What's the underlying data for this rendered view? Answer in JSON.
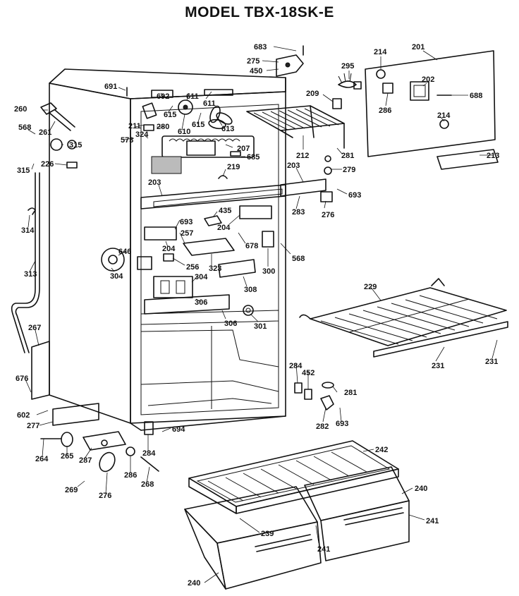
{
  "title": "MODEL TBX-18SK-E",
  "callouts": [
    {
      "id": "c683",
      "text": "683"
    },
    {
      "id": "c275",
      "text": "275"
    },
    {
      "id": "c450",
      "text": "450"
    },
    {
      "id": "c214a",
      "text": "214"
    },
    {
      "id": "c201",
      "text": "201"
    },
    {
      "id": "c295",
      "text": "295"
    },
    {
      "id": "c202",
      "text": "202"
    },
    {
      "id": "c209",
      "text": "209"
    },
    {
      "id": "c688",
      "text": "688"
    },
    {
      "id": "c286a",
      "text": "286"
    },
    {
      "id": "c214b",
      "text": "214"
    },
    {
      "id": "c691",
      "text": "691"
    },
    {
      "id": "c692",
      "text": "692"
    },
    {
      "id": "c611a",
      "text": "611"
    },
    {
      "id": "c611b",
      "text": "611"
    },
    {
      "id": "c615a",
      "text": "615"
    },
    {
      "id": "c615b",
      "text": "615"
    },
    {
      "id": "c260",
      "text": "260"
    },
    {
      "id": "c211",
      "text": "211"
    },
    {
      "id": "c280",
      "text": "280"
    },
    {
      "id": "c610",
      "text": "610"
    },
    {
      "id": "c613",
      "text": "613"
    },
    {
      "id": "c568a",
      "text": "568"
    },
    {
      "id": "c261",
      "text": "261"
    },
    {
      "id": "c573",
      "text": "573"
    },
    {
      "id": "c324",
      "text": "324"
    },
    {
      "id": "c207",
      "text": "207"
    },
    {
      "id": "c212",
      "text": "212"
    },
    {
      "id": "c281a",
      "text": "281"
    },
    {
      "id": "c315a",
      "text": "315"
    },
    {
      "id": "c226",
      "text": "226"
    },
    {
      "id": "c685",
      "text": "685"
    },
    {
      "id": "c213",
      "text": "213"
    },
    {
      "id": "c315b",
      "text": "315"
    },
    {
      "id": "c219",
      "text": "219"
    },
    {
      "id": "c203a",
      "text": "203"
    },
    {
      "id": "c279",
      "text": "279"
    },
    {
      "id": "c203b",
      "text": "203"
    },
    {
      "id": "c693a",
      "text": "693"
    },
    {
      "id": "c283",
      "text": "283"
    },
    {
      "id": "c276a",
      "text": "276"
    },
    {
      "id": "c314",
      "text": "314"
    },
    {
      "id": "c435",
      "text": "435"
    },
    {
      "id": "c204a",
      "text": "204"
    },
    {
      "id": "c693b",
      "text": "693"
    },
    {
      "id": "c257",
      "text": "257"
    },
    {
      "id": "c678",
      "text": "678"
    },
    {
      "id": "c646",
      "text": "646"
    },
    {
      "id": "c204b",
      "text": "204"
    },
    {
      "id": "c568b",
      "text": "568"
    },
    {
      "id": "c313",
      "text": "313"
    },
    {
      "id": "c256",
      "text": "256"
    },
    {
      "id": "c323",
      "text": "323"
    },
    {
      "id": "c300",
      "text": "300"
    },
    {
      "id": "c304a",
      "text": "304"
    },
    {
      "id": "c304b",
      "text": "304"
    },
    {
      "id": "c308",
      "text": "308"
    },
    {
      "id": "c229",
      "text": "229"
    },
    {
      "id": "c306a",
      "text": "306"
    },
    {
      "id": "c306b",
      "text": "306"
    },
    {
      "id": "c301",
      "text": "301"
    },
    {
      "id": "c267",
      "text": "267"
    },
    {
      "id": "c231a",
      "text": "231"
    },
    {
      "id": "c231b",
      "text": "231"
    },
    {
      "id": "c284a",
      "text": "284"
    },
    {
      "id": "c452",
      "text": "452"
    },
    {
      "id": "c676",
      "text": "676"
    },
    {
      "id": "c281b",
      "text": "281"
    },
    {
      "id": "c602",
      "text": "602"
    },
    {
      "id": "c277",
      "text": "277"
    },
    {
      "id": "c694",
      "text": "694"
    },
    {
      "id": "c282",
      "text": "282"
    },
    {
      "id": "c693c",
      "text": "693"
    },
    {
      "id": "c264",
      "text": "264"
    },
    {
      "id": "c265",
      "text": "265"
    },
    {
      "id": "c287",
      "text": "287"
    },
    {
      "id": "c284b",
      "text": "284"
    },
    {
      "id": "c242",
      "text": "242"
    },
    {
      "id": "c286b",
      "text": "286"
    },
    {
      "id": "c268",
      "text": "268"
    },
    {
      "id": "c269",
      "text": "269"
    },
    {
      "id": "c276b",
      "text": "276"
    },
    {
      "id": "c240a",
      "text": "240"
    },
    {
      "id": "c239",
      "text": "239"
    },
    {
      "id": "c241a",
      "text": "241"
    },
    {
      "id": "c241b",
      "text": "241"
    },
    {
      "id": "c240b",
      "text": "240"
    }
  ]
}
